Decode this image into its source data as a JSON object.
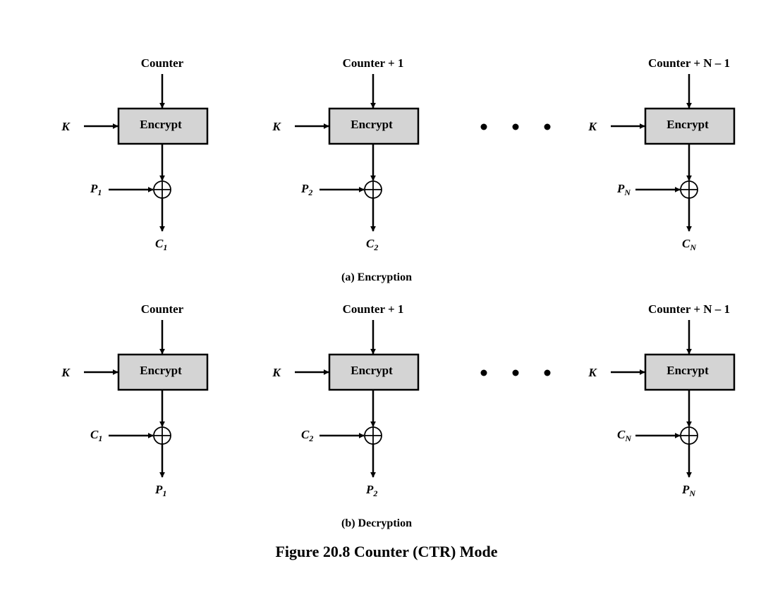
{
  "figure_title": "Figure 20.8  Counter (CTR) Mode",
  "block_label": "Encrypt",
  "key_label": "K",
  "ellipsis": "• • •",
  "panels": [
    {
      "caption": "(a) Encryption",
      "stages": [
        {
          "counter": "Counter",
          "input": {
            "base": "P",
            "sub": "1"
          },
          "output": {
            "base": "C",
            "sub": "1"
          }
        },
        {
          "counter": "Counter + 1",
          "input": {
            "base": "P",
            "sub": "2"
          },
          "output": {
            "base": "C",
            "sub": "2"
          }
        },
        {
          "counter": "Counter + N – 1",
          "input": {
            "base": "P",
            "sub": "N"
          },
          "output": {
            "base": "C",
            "sub": "N"
          }
        }
      ]
    },
    {
      "caption": "(b) Decryption",
      "stages": [
        {
          "counter": "Counter",
          "input": {
            "base": "C",
            "sub": "1"
          },
          "output": {
            "base": "P",
            "sub": "1"
          }
        },
        {
          "counter": "Counter + 1",
          "input": {
            "base": "C",
            "sub": "2"
          },
          "output": {
            "base": "P",
            "sub": "2"
          }
        },
        {
          "counter": "Counter + N – 1",
          "input": {
            "base": "C",
            "sub": "N"
          },
          "output": {
            "base": "P",
            "sub": "N"
          }
        }
      ]
    }
  ]
}
